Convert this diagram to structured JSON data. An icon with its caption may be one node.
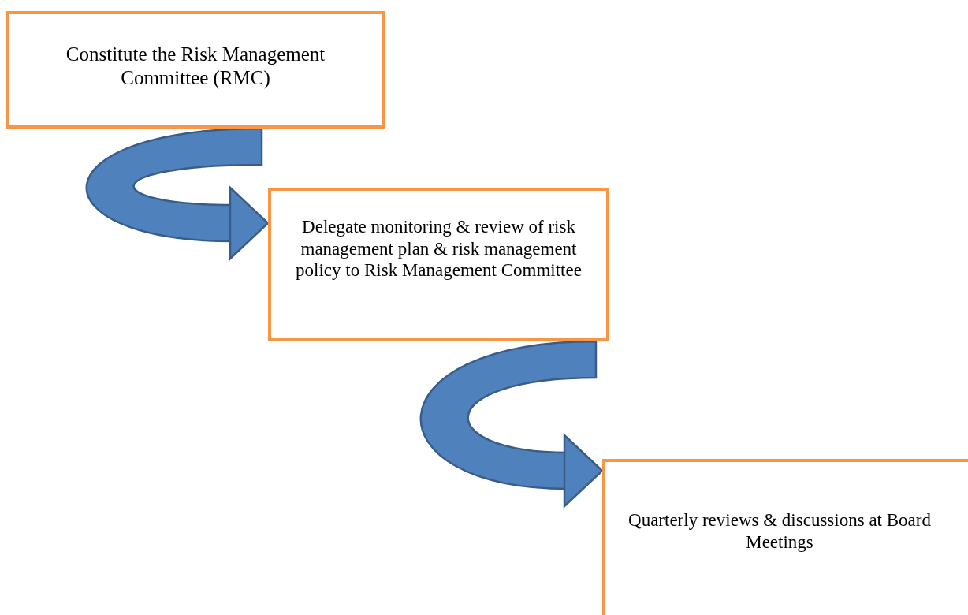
{
  "diagram": {
    "nodes": [
      {
        "text": [
          "Constitute the Risk Management Committee (RMC)"
        ]
      },
      {
        "text": [
          "Delegate monitoring & review of risk management plan & risk management policy to Risk Management Committee"
        ]
      },
      {
        "text": [
          "Quarterly reviews & discussions at Board Meetings"
        ]
      }
    ],
    "edges": [
      {
        "from": 0,
        "to": 1,
        "arrow": "to"
      },
      {
        "from": 1,
        "to": 2,
        "arrow": "to"
      }
    ]
  }
}
